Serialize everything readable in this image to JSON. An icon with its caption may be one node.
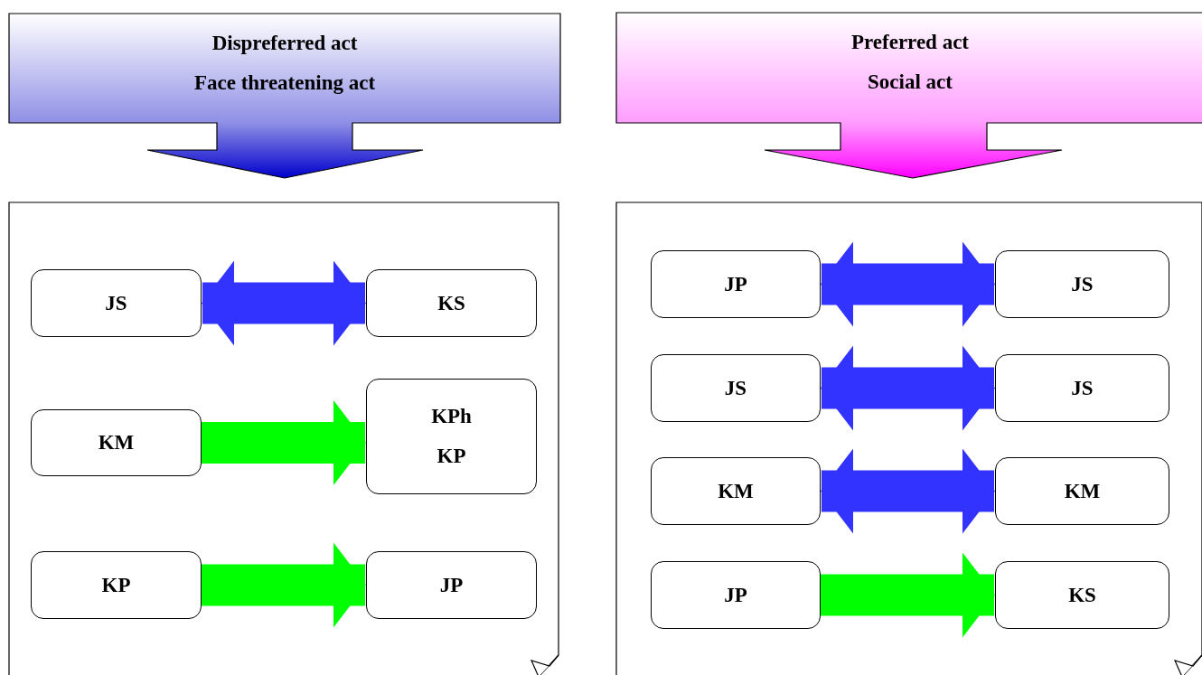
{
  "diagram": {
    "nodes": [
      {
        "text": [
          "Dispreferred act",
          "Face threatening act"
        ]
      },
      {
        "text": [
          "Preferred act",
          "Social act"
        ]
      },
      {
        "text": [],
        "shape": "document"
      },
      {
        "text": [
          "JS"
        ],
        "in": 2
      },
      {
        "text": [
          "KS"
        ],
        "in": 2
      },
      {
        "text": [
          "KM"
        ],
        "in": 2
      },
      {
        "text": [
          "KPh",
          "KP"
        ],
        "in": 2
      },
      {
        "text": [
          "KP"
        ],
        "in": 2
      },
      {
        "text": [
          "JP"
        ],
        "in": 2
      },
      {
        "text": [],
        "shape": "document"
      },
      {
        "text": [
          "JP"
        ],
        "in": 9
      },
      {
        "text": [
          "JS"
        ],
        "in": 9
      },
      {
        "text": [
          "JS"
        ],
        "in": 9
      },
      {
        "text": [
          "JS"
        ],
        "in": 9
      },
      {
        "text": [
          "KM"
        ],
        "in": 9
      },
      {
        "text": [
          "KM"
        ],
        "in": 9
      },
      {
        "text": [
          "JP"
        ],
        "in": 9
      },
      {
        "text": [
          "KS"
        ],
        "in": 9
      }
    ],
    "edges": [
      {
        "from": 3,
        "to": 4,
        "arrow": "both"
      },
      {
        "from": 5,
        "to": 6,
        "arrow": "to",
        "color": "#00ff00"
      },
      {
        "from": 7,
        "to": 8,
        "arrow": "to",
        "color": "#00ff00"
      },
      {
        "from": 10,
        "to": 11,
        "arrow": "both"
      },
      {
        "from": 12,
        "to": 13,
        "arrow": "both"
      },
      {
        "from": 14,
        "to": 15,
        "arrow": "both"
      },
      {
        "from": 16,
        "to": 17,
        "arrow": "to",
        "color": "#00ff00"
      }
    ]
  }
}
